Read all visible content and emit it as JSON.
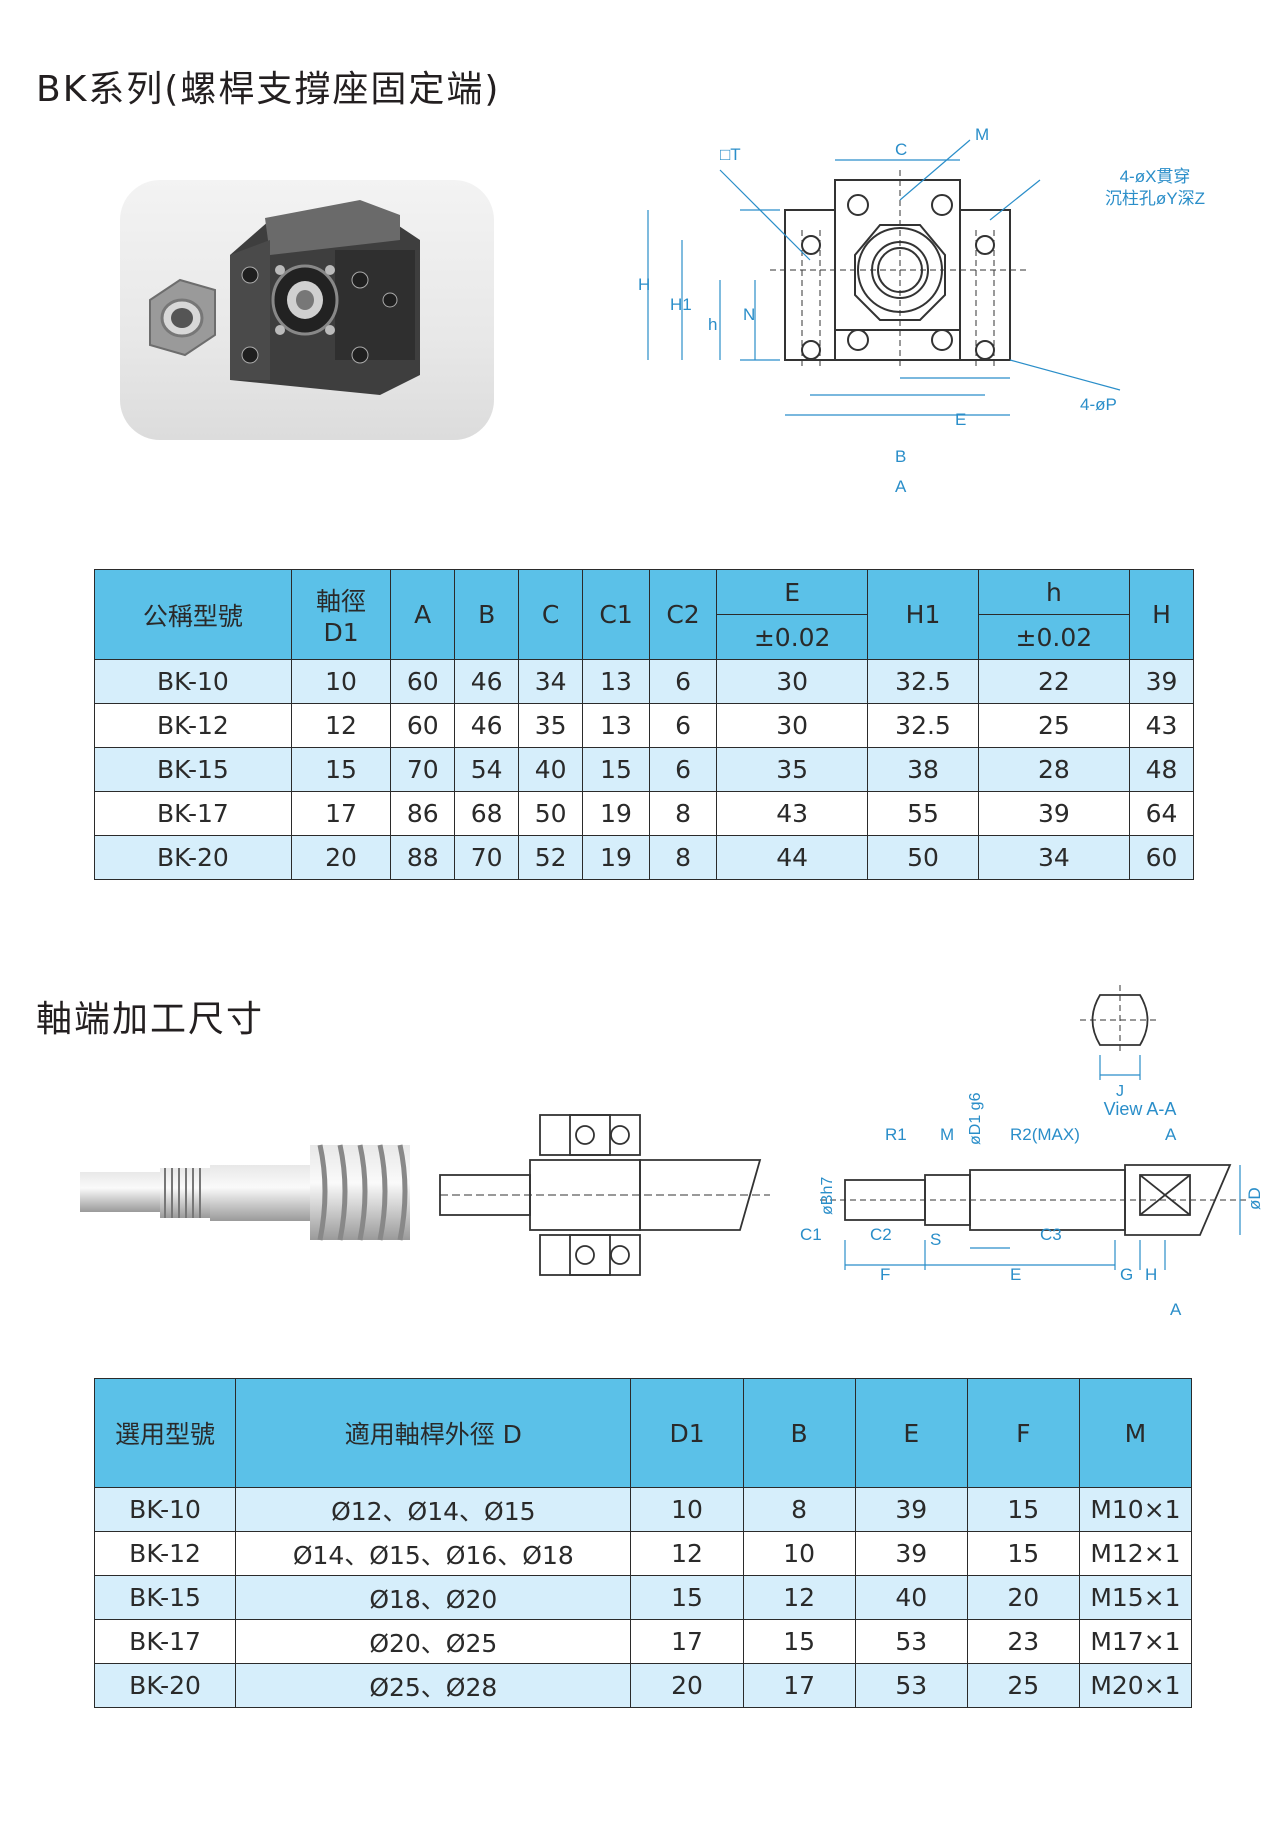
{
  "section1": {
    "title": "BK系列(螺桿支撐座固定端)",
    "diagram_labels": {
      "T": "□T",
      "M": "M",
      "C": "C",
      "X": "4-øX貫穿",
      "Y": "沉柱孔øY深Z",
      "H": "H",
      "H1": "H1",
      "h": "h",
      "N": "N",
      "E": "E",
      "B": "B",
      "A": "A",
      "P": "4-øP"
    },
    "table": {
      "headers": [
        "公稱型號",
        "軸徑 D1",
        "A",
        "B",
        "C",
        "C1",
        "C2",
        "E",
        "H1",
        "h",
        "H"
      ],
      "header_d1_line1": "軸徑",
      "header_d1_line2": "D1",
      "tolerance_E": "±0.02",
      "tolerance_h": "±0.02",
      "rows": [
        [
          "BK-10",
          "10",
          "60",
          "46",
          "34",
          "13",
          "6",
          "30",
          "32.5",
          "22",
          "39"
        ],
        [
          "BK-12",
          "12",
          "60",
          "46",
          "35",
          "13",
          "6",
          "30",
          "32.5",
          "25",
          "43"
        ],
        [
          "BK-15",
          "15",
          "70",
          "54",
          "40",
          "15",
          "6",
          "35",
          "38",
          "28",
          "48"
        ],
        [
          "BK-17",
          "17",
          "86",
          "68",
          "50",
          "19",
          "8",
          "43",
          "55",
          "39",
          "64"
        ],
        [
          "BK-20",
          "20",
          "88",
          "70",
          "52",
          "19",
          "8",
          "44",
          "50",
          "34",
          "60"
        ]
      ]
    }
  },
  "section2": {
    "title": "軸端加工尺寸",
    "diagram_labels": {
      "view": "View A-A",
      "J": "J",
      "R1": "R1",
      "M": "M",
      "D1g6": "øD1 g6",
      "R2": "R2(MAX)",
      "A": "A",
      "Bh7": "øBh7",
      "D": "øD",
      "C1": "C1",
      "C2": "C2",
      "S": "S",
      "C3": "C3",
      "F": "F",
      "E": "E",
      "G": "G",
      "H": "H",
      "A2": "A"
    },
    "table": {
      "headers": [
        "選用型號",
        "適用軸桿外徑 D",
        "D1",
        "B",
        "E",
        "F",
        "M"
      ],
      "rows": [
        [
          "BK-10",
          "Ø12、Ø14、Ø15",
          "10",
          "8",
          "39",
          "15",
          "M10×1"
        ],
        [
          "BK-12",
          "Ø14、Ø15、Ø16、Ø18",
          "12",
          "10",
          "39",
          "15",
          "M12×1"
        ],
        [
          "BK-15",
          "Ø18、Ø20",
          "15",
          "12",
          "40",
          "20",
          "M15×1"
        ],
        [
          "BK-17",
          "Ø20、Ø25",
          "17",
          "15",
          "53",
          "23",
          "M17×1"
        ],
        [
          "BK-20",
          "Ø25、Ø28",
          "20",
          "17",
          "53",
          "25",
          "M20×1"
        ]
      ]
    }
  }
}
